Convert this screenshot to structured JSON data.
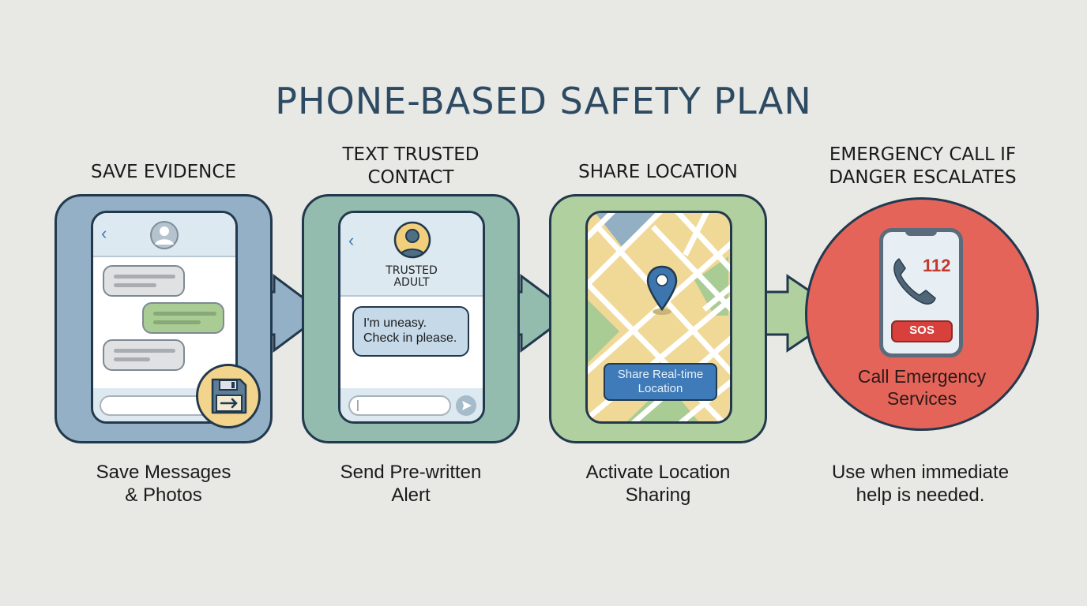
{
  "title": "PHONE-BASED SAFETY PLAN",
  "colors": {
    "background": "#e8e8e4",
    "title": "#2d4a63",
    "step1_frame": "#93b0c6",
    "step2_frame": "#93bcaf",
    "step3_frame": "#b1d0a0",
    "step4_circle": "#e4645a",
    "outline": "#22394d"
  },
  "steps": [
    {
      "heading": [
        "SAVE EVIDENCE"
      ],
      "caption": [
        "Save Messages",
        "& Photos"
      ],
      "illustration": {
        "type": "chat-screen",
        "icons": [
          "back-chevron-icon",
          "contact-avatar-icon",
          "floppy-disk-save-icon",
          "arrow-right-icon"
        ],
        "back": "‹"
      }
    },
    {
      "heading": [
        "TEXT TRUSTED",
        "CONTACT"
      ],
      "caption": [
        "Send Pre-written",
        "Alert"
      ],
      "illustration": {
        "type": "chat-screen",
        "contact_name": [
          "TRUSTED",
          "ADULT"
        ],
        "message": [
          "I'm uneasy.",
          "Check in please."
        ],
        "input_cursor": "|",
        "back": "‹",
        "icons": [
          "back-chevron-icon",
          "trusted-adult-avatar-icon",
          "send-icon"
        ]
      }
    },
    {
      "heading": [
        "SHARE LOCATION"
      ],
      "caption": [
        "Activate Location",
        "Sharing"
      ],
      "illustration": {
        "type": "map-screen",
        "button": [
          "Share Real-time",
          "Location"
        ],
        "icons": [
          "map-pin-icon"
        ]
      }
    },
    {
      "heading": [
        "EMERGENCY CALL IF",
        "DANGER ESCALATES"
      ],
      "caption": [
        "Use when immediate",
        "help is needed."
      ],
      "illustration": {
        "type": "emergency-circle",
        "number": "112",
        "sos": "SOS",
        "label": [
          "Call Emergency",
          "Services"
        ],
        "icons": [
          "phone-handset-icon"
        ]
      }
    }
  ]
}
